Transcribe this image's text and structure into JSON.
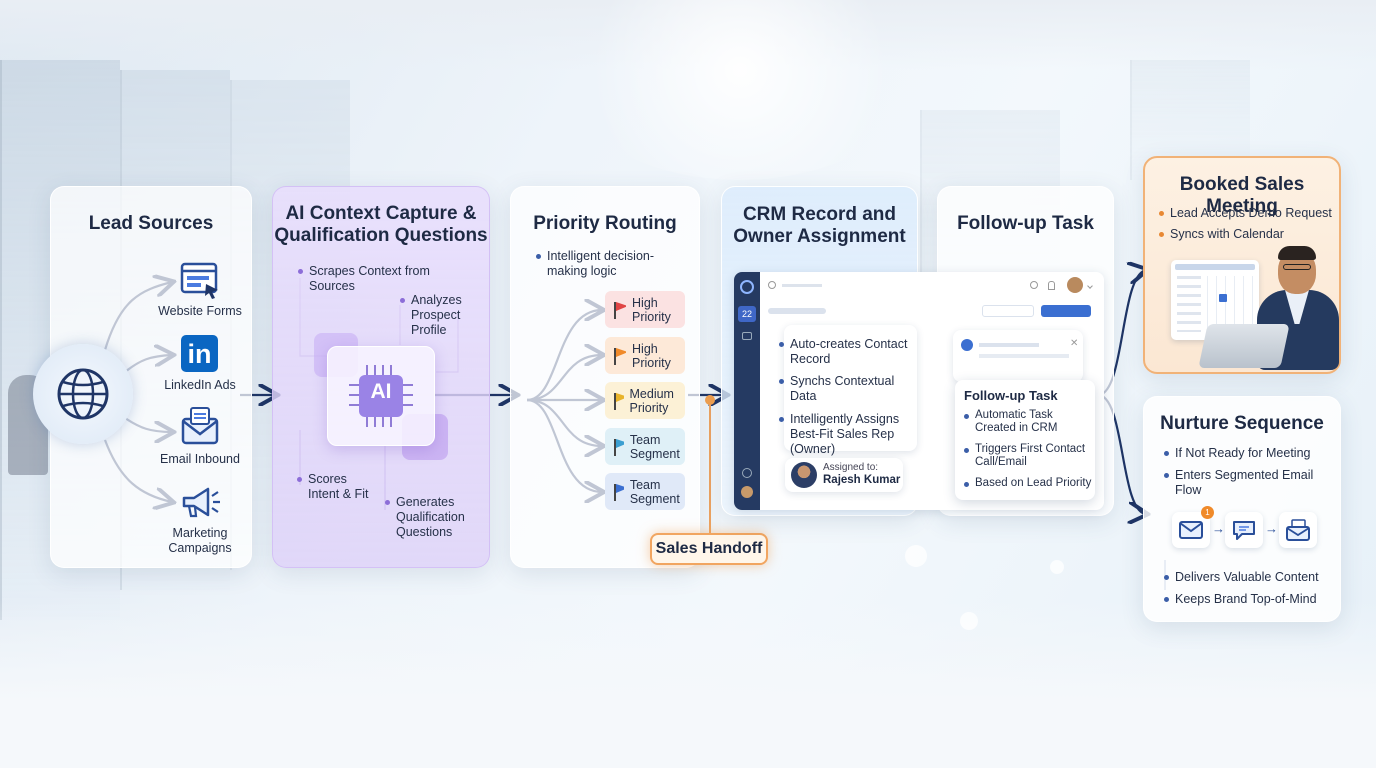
{
  "stages": {
    "lead_sources": {
      "title": "Lead Sources",
      "items": [
        "Website Forms",
        "LinkedIn Ads",
        "Email Inbound",
        "Marketing Campaigns"
      ],
      "item_icons": [
        "browser-form-icon",
        "linkedin-icon",
        "envelope-icon",
        "megaphone-icon"
      ],
      "hub_icon": "globe-icon",
      "linkedin_glyph": "in"
    },
    "ai_context": {
      "title_line1": "AI Context Capture &",
      "title_line2": "Qualification Questions",
      "chip_label": "AI",
      "steps": [
        "Scrapes Context from Sources",
        "Analyzes Prospect Profile",
        "Scores Intent & Fit",
        "Generates Qualification Questions"
      ]
    },
    "priority_routing": {
      "title": "Priority Routing",
      "note": "Intelligent decision-making logic",
      "routes": [
        {
          "label": "High Priority",
          "color": "#e04545"
        },
        {
          "label": "High Priority",
          "color": "#f08a2a"
        },
        {
          "label": "Medium Priority",
          "color": "#e8b32a"
        },
        {
          "label": "Team Segment",
          "color": "#3b9fd1"
        },
        {
          "label": "Team Segment",
          "color": "#3b6fd1"
        }
      ],
      "handoff_label": "Sales Handoff"
    },
    "crm": {
      "title_line1": "CRM Record and",
      "title_line2": "Owner Assignment",
      "app_badge": "22",
      "bullets": [
        "Auto-creates Contact Record",
        "Synchs Contextual Data",
        "Intelligently Assigns Best-Fit Sales Rep (Owner)"
      ],
      "assigned_label": "Assigned to:",
      "assigned_name": "Rajesh Kumar"
    },
    "follow_up": {
      "title": "Follow-up Task",
      "card_title": "Follow-up Task",
      "items": [
        "Automatic Task Created in CRM",
        "Triggers First Contact Call/Email",
        "Based on Lead Priority"
      ]
    },
    "booked_meeting": {
      "title": "Booked Sales Meeting",
      "items": [
        "Lead Accepts Demo Request",
        "Syncs with Calendar"
      ]
    },
    "nurture": {
      "title": "Nurture Sequence",
      "items_top": [
        "If Not Ready for Meeting",
        "Enters Segmented Email Flow"
      ],
      "badge": "1",
      "items_bottom": [
        "Delivers Valuable Content",
        "Keeps Brand Top-of-Mind"
      ]
    }
  },
  "colors": {
    "arrow": "#1f3566",
    "accent_orange": "#f1a560",
    "ai_purple": "#8c6dd8",
    "primary_blue": "#3b6fd1"
  }
}
